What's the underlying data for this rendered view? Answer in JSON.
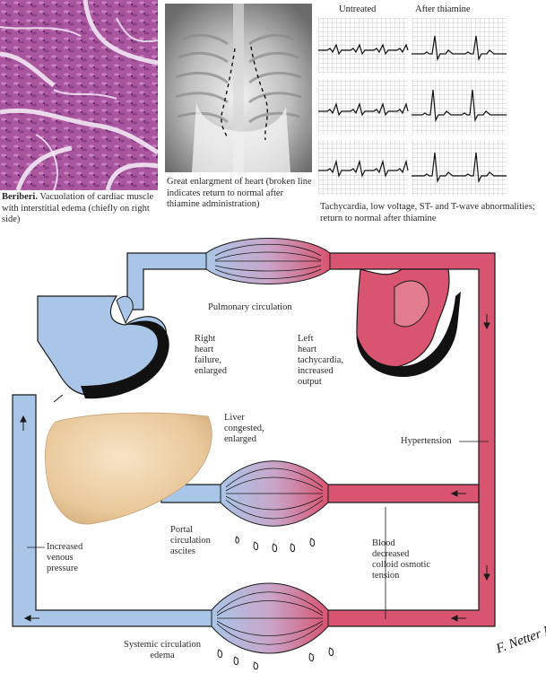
{
  "histology": {
    "caption_bold": "Beriberi.",
    "caption_text": " Vacuolation of cardiac muscle with interstitial edema (chiefly on right side)"
  },
  "xray": {
    "caption": "Great enlargment of heart (broken line indicates return to normal after thiamine administration)"
  },
  "ecg": {
    "col_untreated": "Untreated",
    "col_after": "After thiamine",
    "caption": "Tachycardia, low voltage, ST- and T-wave abnormalities; return to normal after thiamine"
  },
  "circulation": {
    "pulmonary": "Pulmonary circulation",
    "right_heart": [
      "Right",
      "heart",
      "failure,",
      "enlarged"
    ],
    "left_heart": [
      "Left",
      "heart",
      "tachycardia,",
      "increased",
      "output"
    ],
    "liver": [
      "Liver",
      "congested,",
      "enlarged"
    ],
    "hypertension": "Hypertension",
    "portal": [
      "Portal",
      "circulation",
      "ascites"
    ],
    "blood": [
      "Blood",
      "decreased",
      "colloid osmotic",
      "tension"
    ],
    "venous": [
      "Increased",
      "venous",
      "pressure"
    ],
    "systemic": [
      "Systemic circulation",
      "edema"
    ]
  },
  "signature": "F. Netter M.D.",
  "colors": {
    "venous_blue": "#a9c6e8",
    "arterial_red": "#d85470",
    "liver_tan": "#ecd0a8",
    "outline": "#1a1a1a"
  }
}
